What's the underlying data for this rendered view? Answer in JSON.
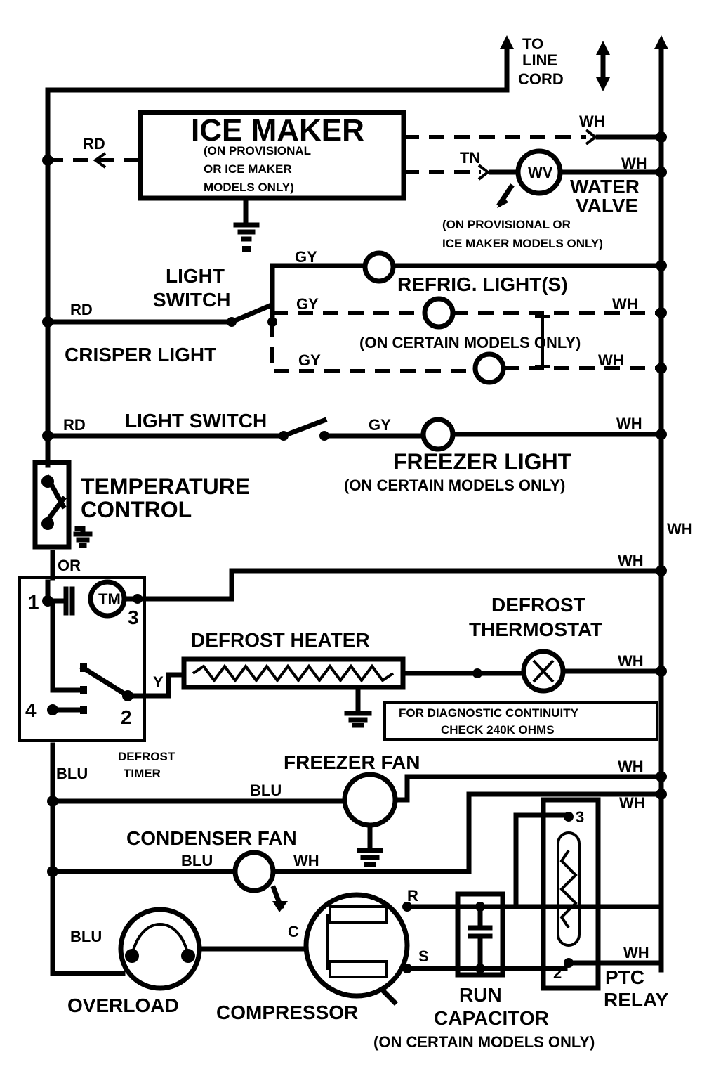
{
  "line_cord": [
    "TO",
    "LINE",
    "CORD"
  ],
  "ice_maker": {
    "title": "ICE MAKER",
    "notes": [
      "(ON PROVISIONAL",
      "OR ICE MAKER",
      "MODELS ONLY)"
    ]
  },
  "water_valve": {
    "label": [
      "WATER",
      "VALVE"
    ],
    "coil": "WV",
    "note": [
      "(ON PROVISIONAL OR",
      "ICE MAKER MODELS ONLY)"
    ]
  },
  "light_switch_upper": [
    "LIGHT",
    "SWITCH"
  ],
  "refrig_light": "REFRIG. LIGHT(S)",
  "certain_models_note": "(ON CERTAIN MODELS ONLY)",
  "crisper_light": "CRISPER LIGHT",
  "light_switch_freezer": "LIGHT SWITCH",
  "freezer_light": {
    "label": "FREEZER LIGHT",
    "note": "(ON CERTAIN MODELS ONLY)"
  },
  "temperature_control": [
    "TEMPERATURE",
    "CONTROL"
  ],
  "defrost_timer": {
    "label": [
      "DEFROST",
      "TIMER"
    ],
    "motor": "TM",
    "terminals": [
      "1",
      "2",
      "3",
      "4"
    ]
  },
  "defrost_heater": "DEFROST HEATER",
  "defrost_thermostat": {
    "label": [
      "DEFROST",
      "THERMOSTAT"
    ],
    "note": [
      "FOR DIAGNOSTIC CONTINUITY",
      "CHECK 240K OHMS"
    ]
  },
  "freezer_fan": "FREEZER FAN",
  "condenser_fan": "CONDENSER FAN",
  "overload": "OVERLOAD",
  "compressor": {
    "label": "COMPRESSOR",
    "terminals": [
      "C",
      "S",
      "R"
    ]
  },
  "run_capacitor": {
    "label": [
      "RUN",
      "CAPACITOR"
    ],
    "note": "(ON CERTAIN MODELS ONLY)"
  },
  "ptc_relay": {
    "label": [
      "PTC",
      "RELAY"
    ],
    "terminals": [
      "3",
      "2"
    ]
  },
  "wire_colors": {
    "red": "RD",
    "white": "WH",
    "gray": "GY",
    "orange": "OR",
    "blue": "BLU",
    "yellow": "Y",
    "tan": "TN"
  }
}
